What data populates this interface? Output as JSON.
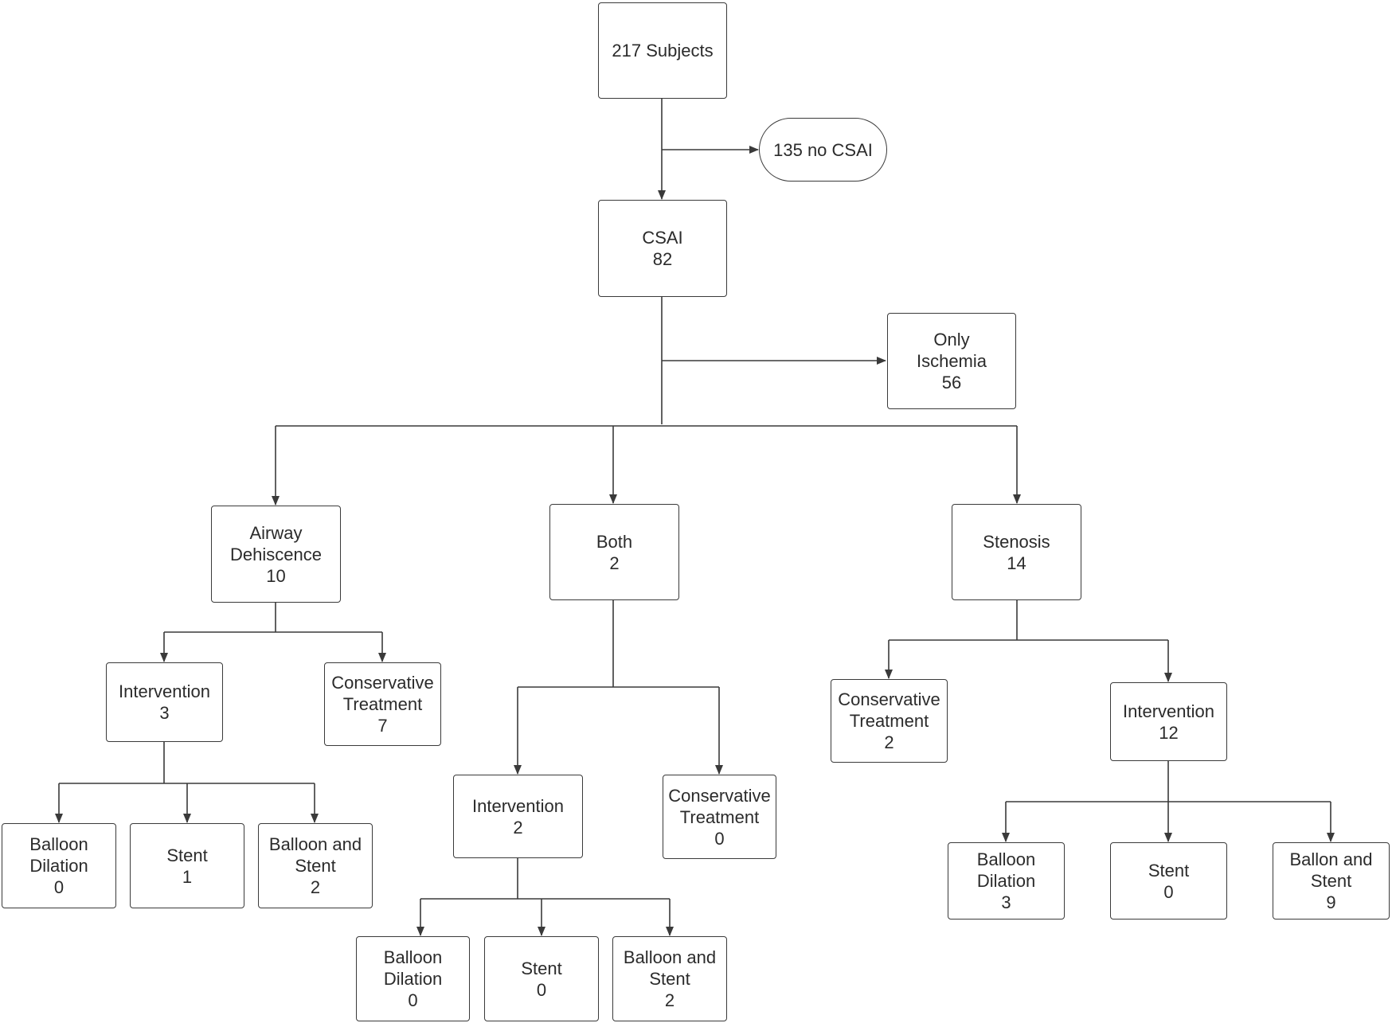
{
  "nodes": {
    "root": {
      "lines": [
        "217 Subjects"
      ]
    },
    "no_csai": {
      "lines": [
        "135 no CSAI"
      ]
    },
    "csai": {
      "lines": [
        "CSAI",
        "82"
      ]
    },
    "ischemia": {
      "lines": [
        "Only",
        "Ischemia",
        "56"
      ]
    },
    "airway": {
      "lines": [
        "Airway",
        "Dehiscence",
        "10"
      ]
    },
    "both": {
      "lines": [
        "Both",
        "2"
      ]
    },
    "stenosis": {
      "lines": [
        "Stenosis",
        "14"
      ]
    },
    "aw_int": {
      "lines": [
        "Intervention",
        "3"
      ]
    },
    "aw_cons": {
      "lines": [
        "Conservative",
        "Treatment",
        "7"
      ]
    },
    "aw_balloon": {
      "lines": [
        "Balloon",
        "Dilation",
        "0"
      ]
    },
    "aw_stent": {
      "lines": [
        "Stent",
        "1"
      ]
    },
    "aw_bs": {
      "lines": [
        "Balloon and",
        "Stent",
        "2"
      ]
    },
    "both_int": {
      "lines": [
        "Intervention",
        "2"
      ]
    },
    "both_cons": {
      "lines": [
        "Conservative",
        "Treatment",
        "0"
      ]
    },
    "both_balloon": {
      "lines": [
        "Balloon",
        "Dilation",
        "0"
      ]
    },
    "both_stent": {
      "lines": [
        "Stent",
        "0"
      ]
    },
    "both_bs": {
      "lines": [
        "Balloon and",
        "Stent",
        "2"
      ]
    },
    "st_cons": {
      "lines": [
        "Conservative",
        "Treatment",
        "2"
      ]
    },
    "st_int": {
      "lines": [
        "Intervention",
        "12"
      ]
    },
    "st_balloon": {
      "lines": [
        "Balloon",
        "Dilation",
        "3"
      ]
    },
    "st_stent": {
      "lines": [
        "Stent",
        "0"
      ]
    },
    "st_bs": {
      "lines": [
        "Ballon and",
        "Stent",
        "9"
      ]
    }
  }
}
